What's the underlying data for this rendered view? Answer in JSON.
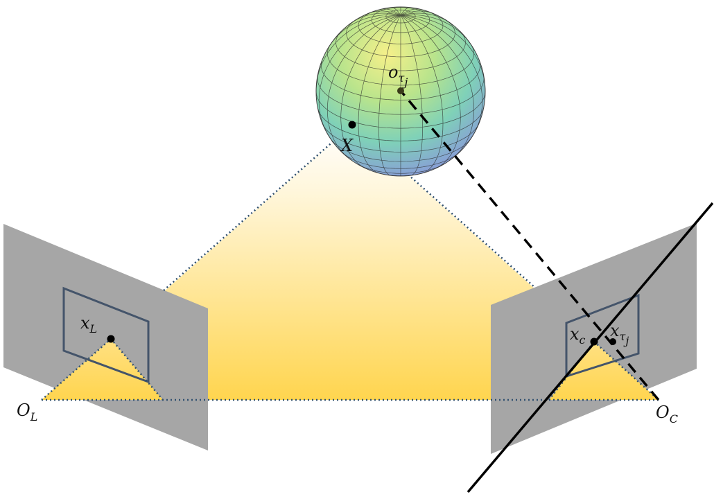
{
  "diagram": {
    "labels": {
      "origin_left": {
        "main": "O",
        "sub": "L"
      },
      "origin_camera": {
        "main": "O",
        "sub": "C"
      },
      "point_world": {
        "main": "X"
      },
      "point_left_image": {
        "main": "x",
        "sub": "L"
      },
      "point_camera_image": {
        "main": "x",
        "sub": "c"
      },
      "sphere_center": {
        "main": "o",
        "sub": "τ",
        "subsub": "j"
      },
      "projected_center": {
        "main": "x",
        "sub": "τ",
        "subsub": "j"
      }
    },
    "colors": {
      "plane_gray": "#a6a6a6",
      "image_frame": "#44546a",
      "triangle_fill_top": "#ffffff",
      "triangle_fill_bottom": "#ffd54f",
      "dotted_line": "#2f4f6f",
      "solid_line": "#000000"
    }
  }
}
